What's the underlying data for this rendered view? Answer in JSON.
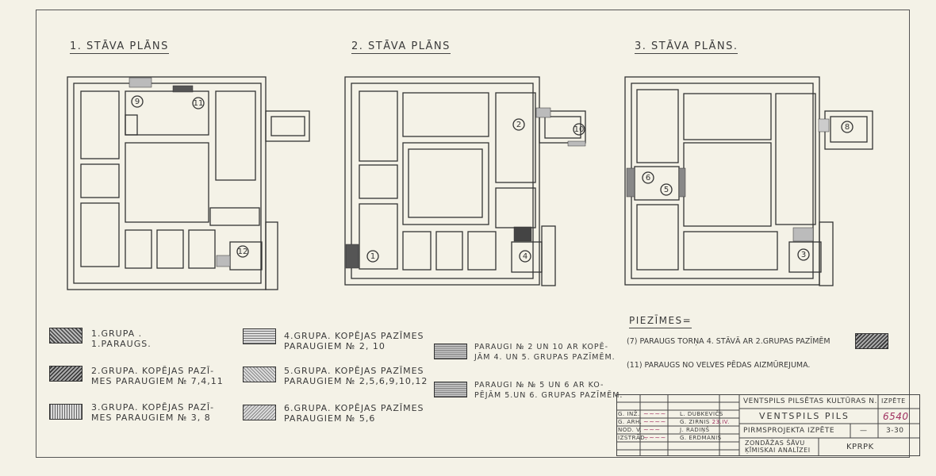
{
  "plans": [
    {
      "title": "1. STĀVA PLĀNS",
      "markers": [
        "9",
        "11",
        "12"
      ]
    },
    {
      "title": "2. STĀVA PLĀNS",
      "markers": [
        "2",
        "10",
        "1",
        "4"
      ]
    },
    {
      "title": "3. STĀVA PLĀNS.",
      "markers": [
        "8",
        "6",
        "5",
        "3"
      ]
    }
  ],
  "legend": [
    {
      "line1": "1.GRUPA .",
      "line2": "1.PARAUGS."
    },
    {
      "line1": "2.GRUPA. KOPĒJAS PAZĪ-",
      "line2": "MES PARAUGIEM № 7,4,11"
    },
    {
      "line1": "3.GRUPA. KOPĒJAS PAZĪ-",
      "line2": "MES PARAUGIEM № 3, 8"
    },
    {
      "line1": "4.GRUPA. KOPĒJAS PAZĪMES",
      "line2": "PARAUGIEM № 2, 10"
    },
    {
      "line1": "5.GRUPA. KOPĒJAS PAZĪMES",
      "line2": "PARAUGIEM № 2,5,6,9,10,12"
    },
    {
      "line1": "6.GRUPA. KOPĒJAS PAZĪMES",
      "line2": "PARAUGIEM № 5,6"
    },
    {
      "line1": "PARAUGI № 2 UN 10 AR KOPĒ-",
      "line2": "JĀM 4. UN 5. GRUPAS PAZĪMĒM."
    },
    {
      "line1": "PARAUGI № № 5 UN 6 AR KO-",
      "line2": "PĒJĀM 5.UN 6. GRUPAS PAZĪMĒM."
    }
  ],
  "notes": {
    "title": "PIEZĪMES=",
    "items": [
      {
        "num": "7",
        "text": "PARAUGS TORŅA 4. STĀVĀ AR 2.GRUPAS PAZĪMĒM"
      },
      {
        "num": "11",
        "text": "PARAUGS NO VELVES PĒDAS AIZMŪREJUMA."
      }
    ]
  },
  "title_block": {
    "org": "VENTSPILS PILSĒTAS KULTŪRAS N.",
    "izpete_label": "IZPĒTE",
    "object": "VENTSPILS PILS",
    "code": "6540",
    "stage": "PIRMSPROJEKTA IZPĒTE",
    "dash": "—",
    "sheet": "3-30",
    "description_1": "ZONDĀŽAS ŠĀVU",
    "description_2": "ĶĪMISKAI ANALĪZEI",
    "org_code": "KPRPK",
    "roles": [
      {
        "role": "G. INŽ.",
        "name": "L. DUBKEVIČS"
      },
      {
        "role": "G. ARH.",
        "name": "G. ZIRNIS"
      },
      {
        "role": "NOD. V.",
        "name": "J. RADIŅŠ"
      },
      {
        "role": "IZSTRĀD.",
        "name": "G. ERDMANIS"
      }
    ],
    "date_note": "23.IV."
  }
}
